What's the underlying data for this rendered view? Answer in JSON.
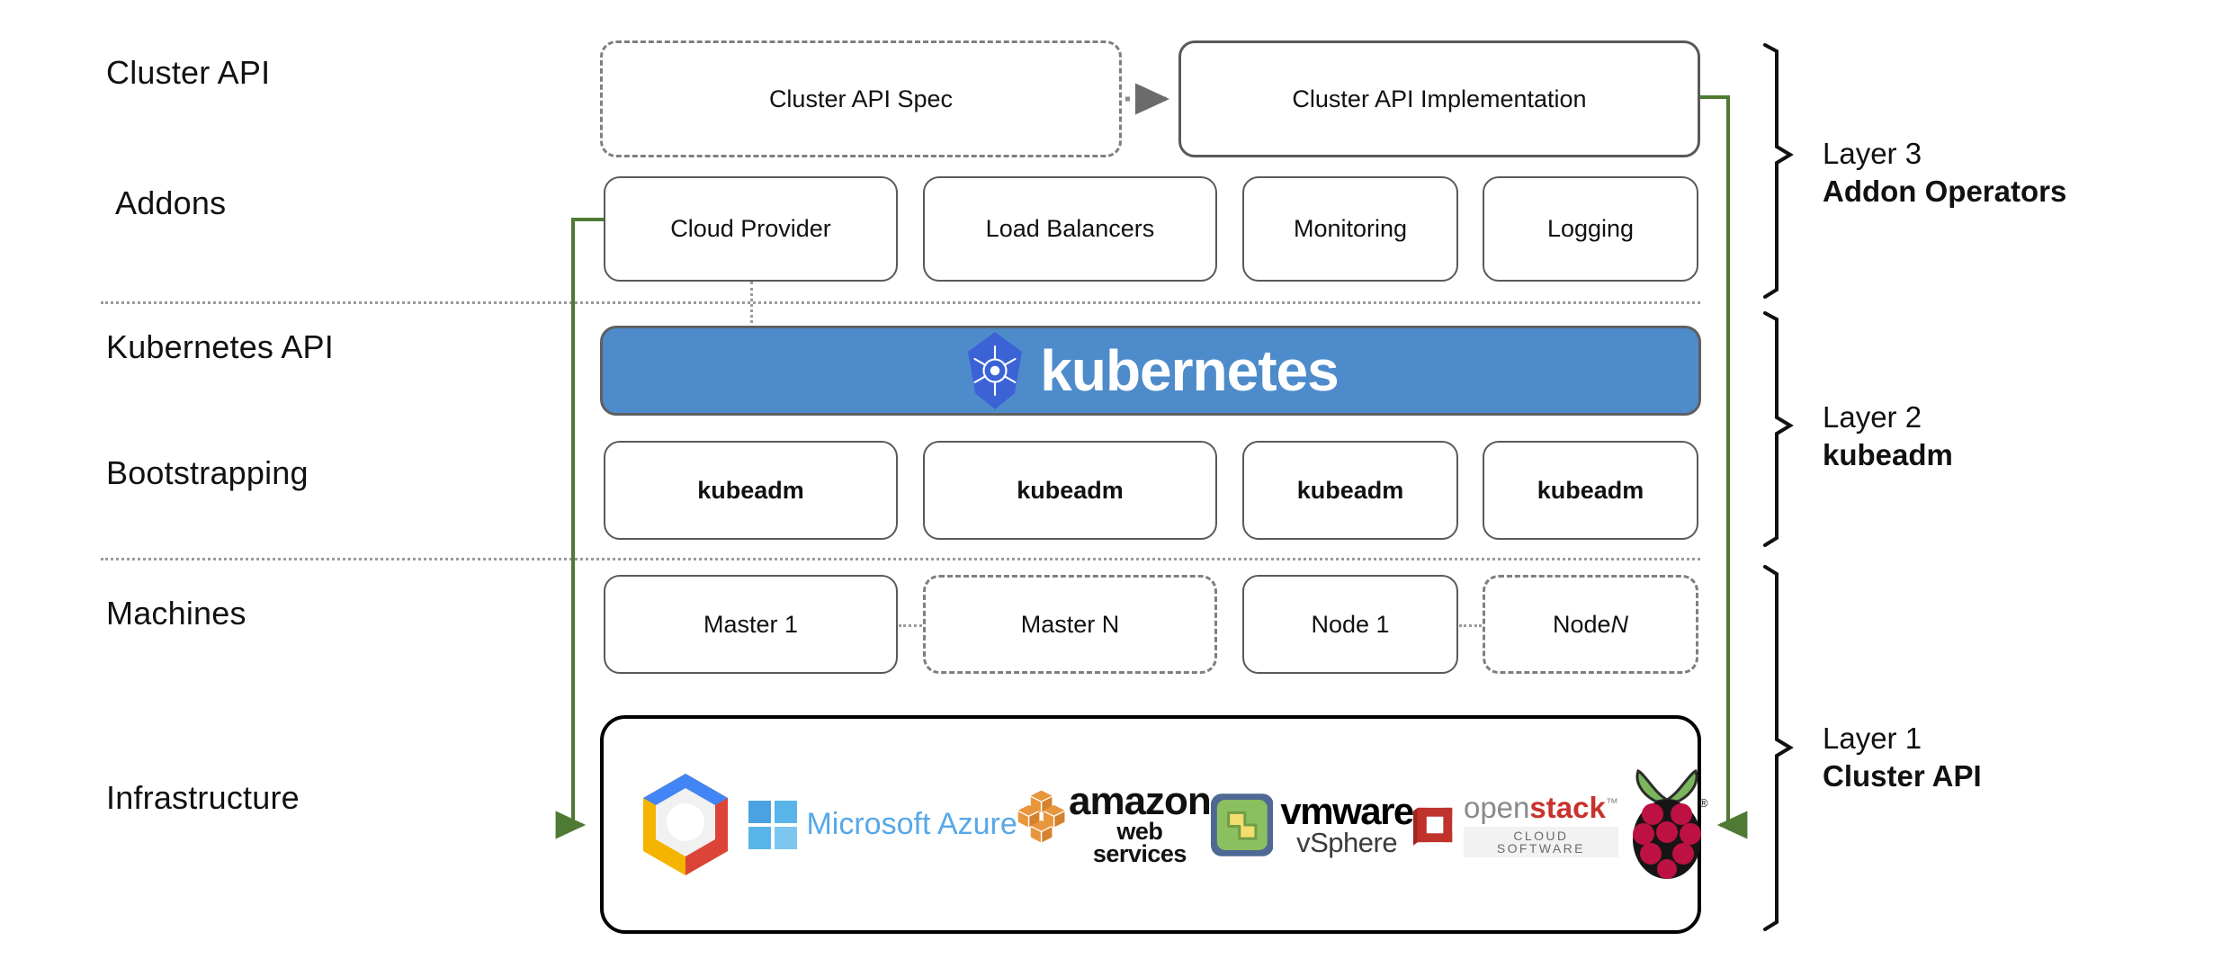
{
  "diagram": {
    "title": "Kubernetes Cluster API layered architecture",
    "colors": {
      "kubernetes_blue": "#4e8bcb",
      "green_arrow": "#4f7a34",
      "box_border": "#595959",
      "dashed_border": "#7f7f7f",
      "separator": "#9a9a9a"
    }
  },
  "row_labels": [
    {
      "text": "Cluster API"
    },
    {
      "text": "Addons"
    },
    {
      "text": "Kubernetes API"
    },
    {
      "text": "Bootstrapping"
    },
    {
      "text": "Machines"
    },
    {
      "text": "Infrastructure"
    }
  ],
  "cluster_api_row": {
    "spec": {
      "label": "Cluster API Spec",
      "border": "dashed"
    },
    "implementation": {
      "label": "Cluster API Implementation",
      "border": "solid"
    }
  },
  "addons_row": [
    {
      "label": "Cloud Provider"
    },
    {
      "label": "Load Balancers"
    },
    {
      "label": "Monitoring"
    },
    {
      "label": "Logging"
    }
  ],
  "kubernetes_banner": {
    "wordmark": "kubernetes",
    "icon": "kubernetes-helm-wheel-icon"
  },
  "bootstrapping_row": [
    {
      "label": "kubeadm"
    },
    {
      "label": "kubeadm"
    },
    {
      "label": "kubeadm"
    },
    {
      "label": "kubeadm"
    }
  ],
  "machines_row": [
    {
      "label": "Master 1",
      "border": "solid",
      "italic_suffix": ""
    },
    {
      "label": "Master N",
      "border": "dashed",
      "italic_suffix": ""
    },
    {
      "label": "Node 1",
      "border": "solid",
      "italic_suffix": ""
    },
    {
      "label": "Node ",
      "border": "dashed",
      "italic_suffix": "N"
    }
  ],
  "infrastructure_row": {
    "providers": [
      {
        "name": "Google Cloud Platform",
        "icon": "google-cloud-hexagon-icon",
        "text": ""
      },
      {
        "name": "Microsoft Azure",
        "icon": "microsoft-windows-icon",
        "text": "Microsoft Azure"
      },
      {
        "name": "Amazon Web Services",
        "icon": "aws-boxes-icon",
        "text_top": "amazon",
        "text_bottom": "web services"
      },
      {
        "name": "VMware vSphere",
        "icon": "vmware-vsphere-icon",
        "text_top": "vmware",
        "text_bottom": "vSphere"
      },
      {
        "name": "OpenStack",
        "icon": "openstack-cube-icon",
        "text_open": "open",
        "text_stack": "stack",
        "text_tm": "™",
        "text_sub": "CLOUD SOFTWARE"
      },
      {
        "name": "Raspberry Pi",
        "icon": "raspberry-pi-icon",
        "text": ""
      }
    ]
  },
  "layers": [
    {
      "number": "Layer 3",
      "name": "Addon Operators"
    },
    {
      "number": "Layer 2",
      "name": "kubeadm"
    },
    {
      "number": "Layer 1",
      "name": "Cluster API"
    }
  ]
}
